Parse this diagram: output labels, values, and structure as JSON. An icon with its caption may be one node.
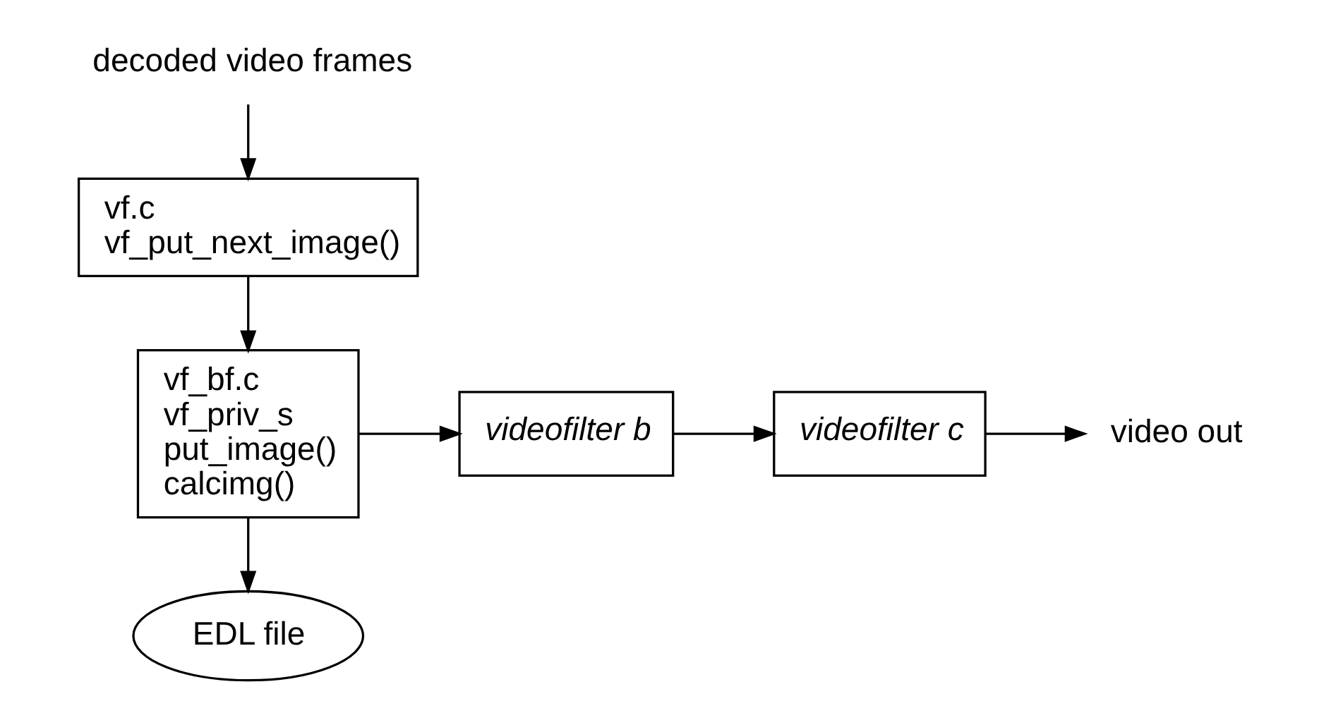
{
  "diagram": {
    "nodes": [
      {
        "text": [
          "decoded video frames"
        ]
      },
      {
        "text": [
          "vf.c",
          "vf_put_next_image()"
        ]
      },
      {
        "text": [
          "vf_bf.c",
          "vf_priv_s",
          "put_image()",
          "calcimg()"
        ]
      },
      {
        "text": [
          "EDL file"
        ]
      },
      {
        "text": [
          "videofilter b"
        ]
      },
      {
        "text": [
          "videofilter c"
        ]
      },
      {
        "text": [
          "video out"
        ]
      }
    ],
    "edges": [
      {
        "from": 0,
        "to": 1,
        "arrow": "to"
      },
      {
        "from": 1,
        "to": 2,
        "arrow": "to"
      },
      {
        "from": 2,
        "to": 3,
        "arrow": "to"
      },
      {
        "from": 2,
        "to": 4,
        "arrow": "to"
      },
      {
        "from": 4,
        "to": 5,
        "arrow": "to"
      },
      {
        "from": 5,
        "to": 6,
        "arrow": "to"
      }
    ]
  }
}
